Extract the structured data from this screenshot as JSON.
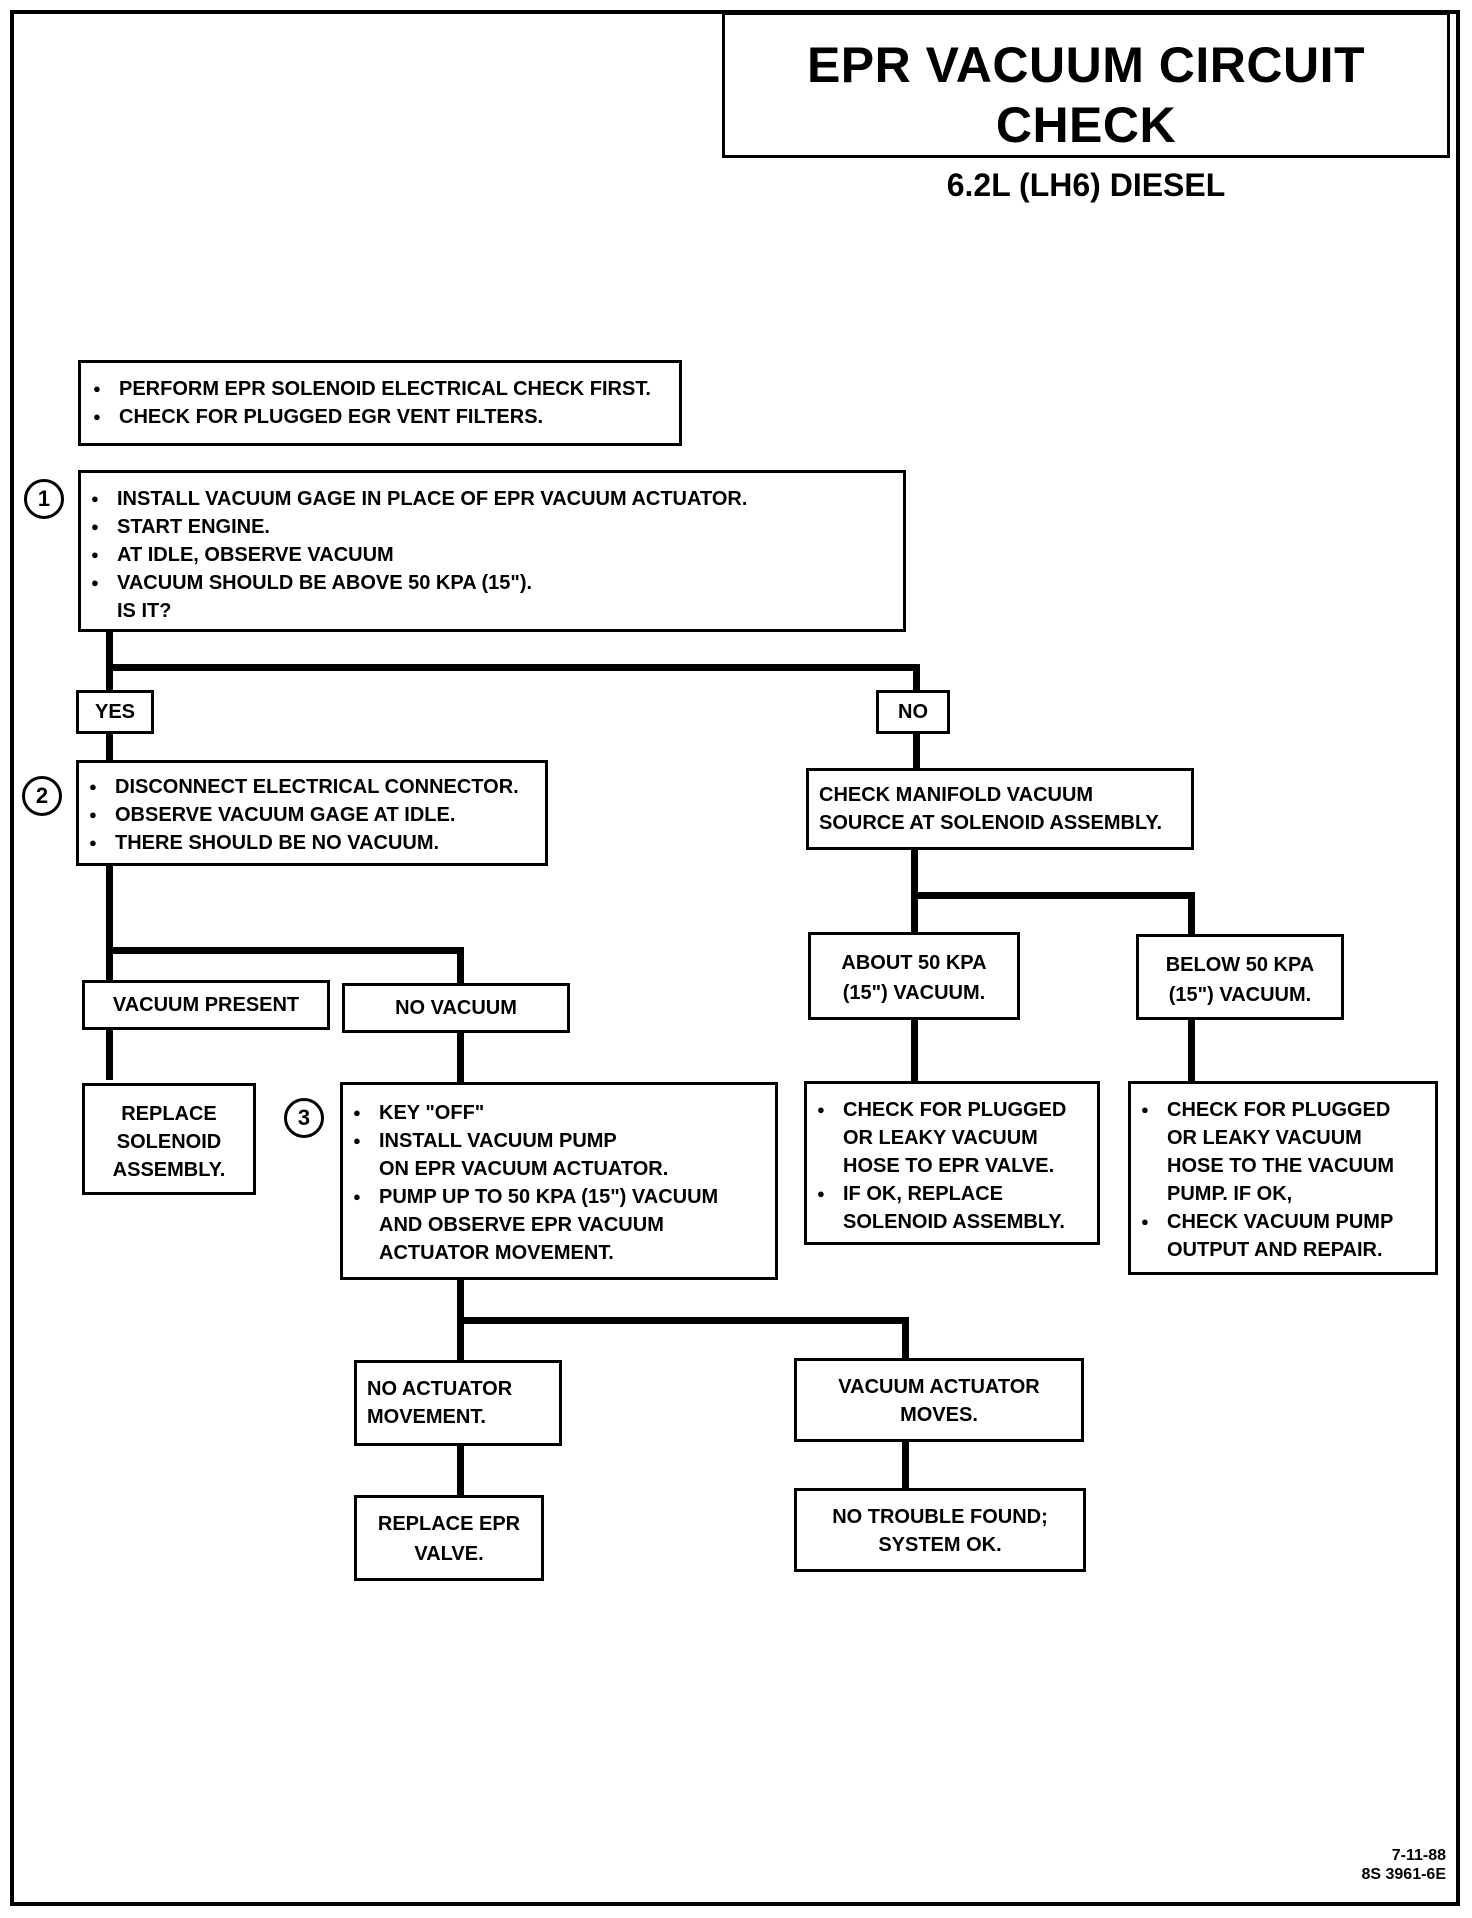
{
  "header": {
    "title": "EPR VACUUM CIRCUIT CHECK",
    "subtitle": "6.2L  (LH6)  DIESEL"
  },
  "pre_checks": [
    "PERFORM EPR SOLENOID ELECTRICAL CHECK FIRST.",
    "CHECK FOR PLUGGED EGR VENT FILTERS."
  ],
  "step1": {
    "number": "1",
    "items": [
      "INSTALL VACUUM GAGE IN PLACE OF EPR VACUUM ACTUATOR.",
      "START ENGINE.",
      "AT IDLE, OBSERVE VACUUM",
      "VACUUM SHOULD BE ABOVE 50 KPA (15\")."
    ],
    "question": "IS IT?"
  },
  "answers": {
    "yes": "YES",
    "no": "NO"
  },
  "step2": {
    "number": "2",
    "items": [
      "DISCONNECT ELECTRICAL CONNECTOR.",
      "OBSERVE VACUUM GAGE AT IDLE.",
      "THERE SHOULD BE NO VACUUM."
    ]
  },
  "vacuum_present": {
    "label": "VACUUM PRESENT",
    "action": [
      "REPLACE",
      "SOLENOID",
      "ASSEMBLY."
    ]
  },
  "no_vacuum": {
    "label": "NO  VACUUM"
  },
  "step3": {
    "number": "3",
    "items": [
      [
        "KEY \"OFF\""
      ],
      [
        "INSTALL VACUUM PUMP",
        "ON EPR VACUUM ACTUATOR."
      ],
      [
        "PUMP UP TO 50 KPA (15\") VACUUM",
        "AND OBSERVE EPR VACUUM",
        "ACTUATOR MOVEMENT."
      ]
    ]
  },
  "no_actuator_movement": {
    "label": [
      "NO ACTUATOR",
      "MOVEMENT."
    ],
    "action": [
      "REPLACE EPR",
      "VALVE."
    ]
  },
  "actuator_moves": {
    "label": [
      "VACUUM ACTUATOR",
      "MOVES."
    ],
    "action": [
      "NO TROUBLE FOUND;",
      "SYSTEM OK."
    ]
  },
  "check_manifold": {
    "text": [
      "CHECK MANIFOLD VACUUM",
      "SOURCE AT SOLENOID ASSEMBLY."
    ]
  },
  "about_50": {
    "label": [
      "ABOUT 50 KPA",
      "(15\") VACUUM."
    ],
    "items": [
      [
        "CHECK FOR PLUGGED",
        "OR LEAKY VACUUM",
        "HOSE TO EPR VALVE."
      ],
      [
        "IF OK, REPLACE",
        "SOLENOID ASSEMBLY."
      ]
    ]
  },
  "below_50": {
    "label": [
      "BELOW 50 KPA",
      "(15\") VACUUM."
    ],
    "items": [
      [
        "CHECK FOR PLUGGED",
        "OR LEAKY VACUUM",
        "HOSE TO THE VACUUM",
        "PUMP.  IF OK,"
      ],
      [
        "CHECK VACUUM PUMP",
        "OUTPUT AND REPAIR."
      ]
    ]
  },
  "footer": {
    "date": "7-11-88",
    "code": "8S 3961-6E"
  }
}
